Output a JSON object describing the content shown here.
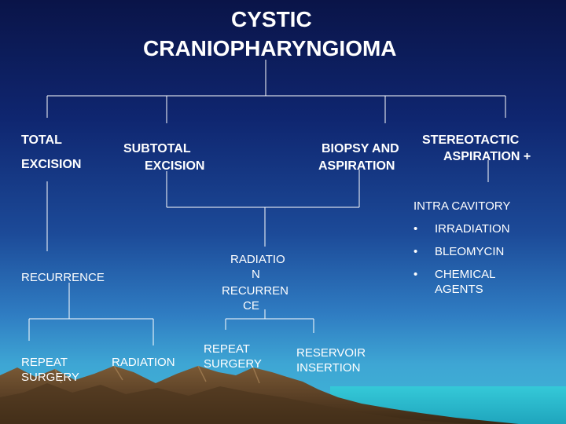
{
  "title_line1": "CYSTIC",
  "title_line2": "CRANIOPHARYNGIOMA",
  "branches": {
    "total": {
      "line1": "TOTAL",
      "line2": "EXCISION"
    },
    "subtotal": {
      "line1": "SUBTOTAL",
      "line2": "EXCISION"
    },
    "biopsy": {
      "line1": "BIOPSY AND",
      "line2": "ASPIRATION"
    },
    "stereotactic": {
      "line1": "STEREOTACTIC",
      "line2": "ASPIRATION +"
    }
  },
  "recurrence": "RECURRENCE",
  "radiation_recurrence": {
    "line1": "RADIATIO",
    "line2": "N",
    "line3": "RECURREN",
    "line4": "CE"
  },
  "outcomes_left": {
    "repeat_surgery_1": "REPEAT",
    "repeat_surgery_2": "SURGERY",
    "radiation": "RADIATION"
  },
  "outcomes_middle": {
    "repeat_surgery_1": "REPEAT",
    "repeat_surgery_2": "SURGERY",
    "reservoir_1": "RESERVOIR",
    "reservoir_2": "INSERTION"
  },
  "intracavitory": {
    "heading": "INTRA CAVITORY",
    "items": [
      "IRRADIATION",
      "BLEOMYCIN",
      "CHEMICAL AGENTS"
    ]
  }
}
